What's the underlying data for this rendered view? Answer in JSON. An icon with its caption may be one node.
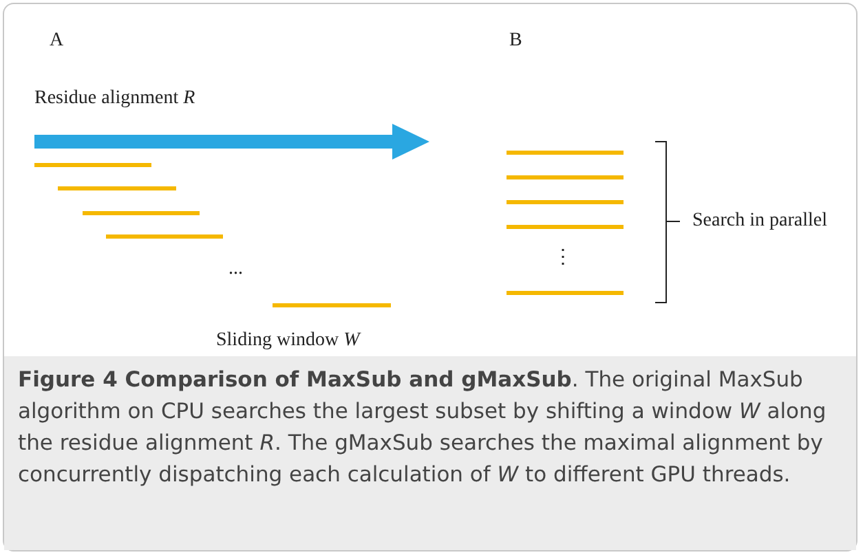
{
  "diagram": {
    "caption": "**Figure 4 Comparison of MaxSub and gMaxSub**. The original MaxSub algorithm on CPU searches the largest subset by shifting a window *W* along the residue alignment *R*. The gMaxSub searches the maximal alignment by concurrently dispatching each calculation of *W* to different GPU threads.",
    "labels": [
      "A",
      "B",
      "Residue alignment *R*",
      "...",
      "Sliding window *W*",
      "⋮",
      "Search in parallel"
    ]
  }
}
